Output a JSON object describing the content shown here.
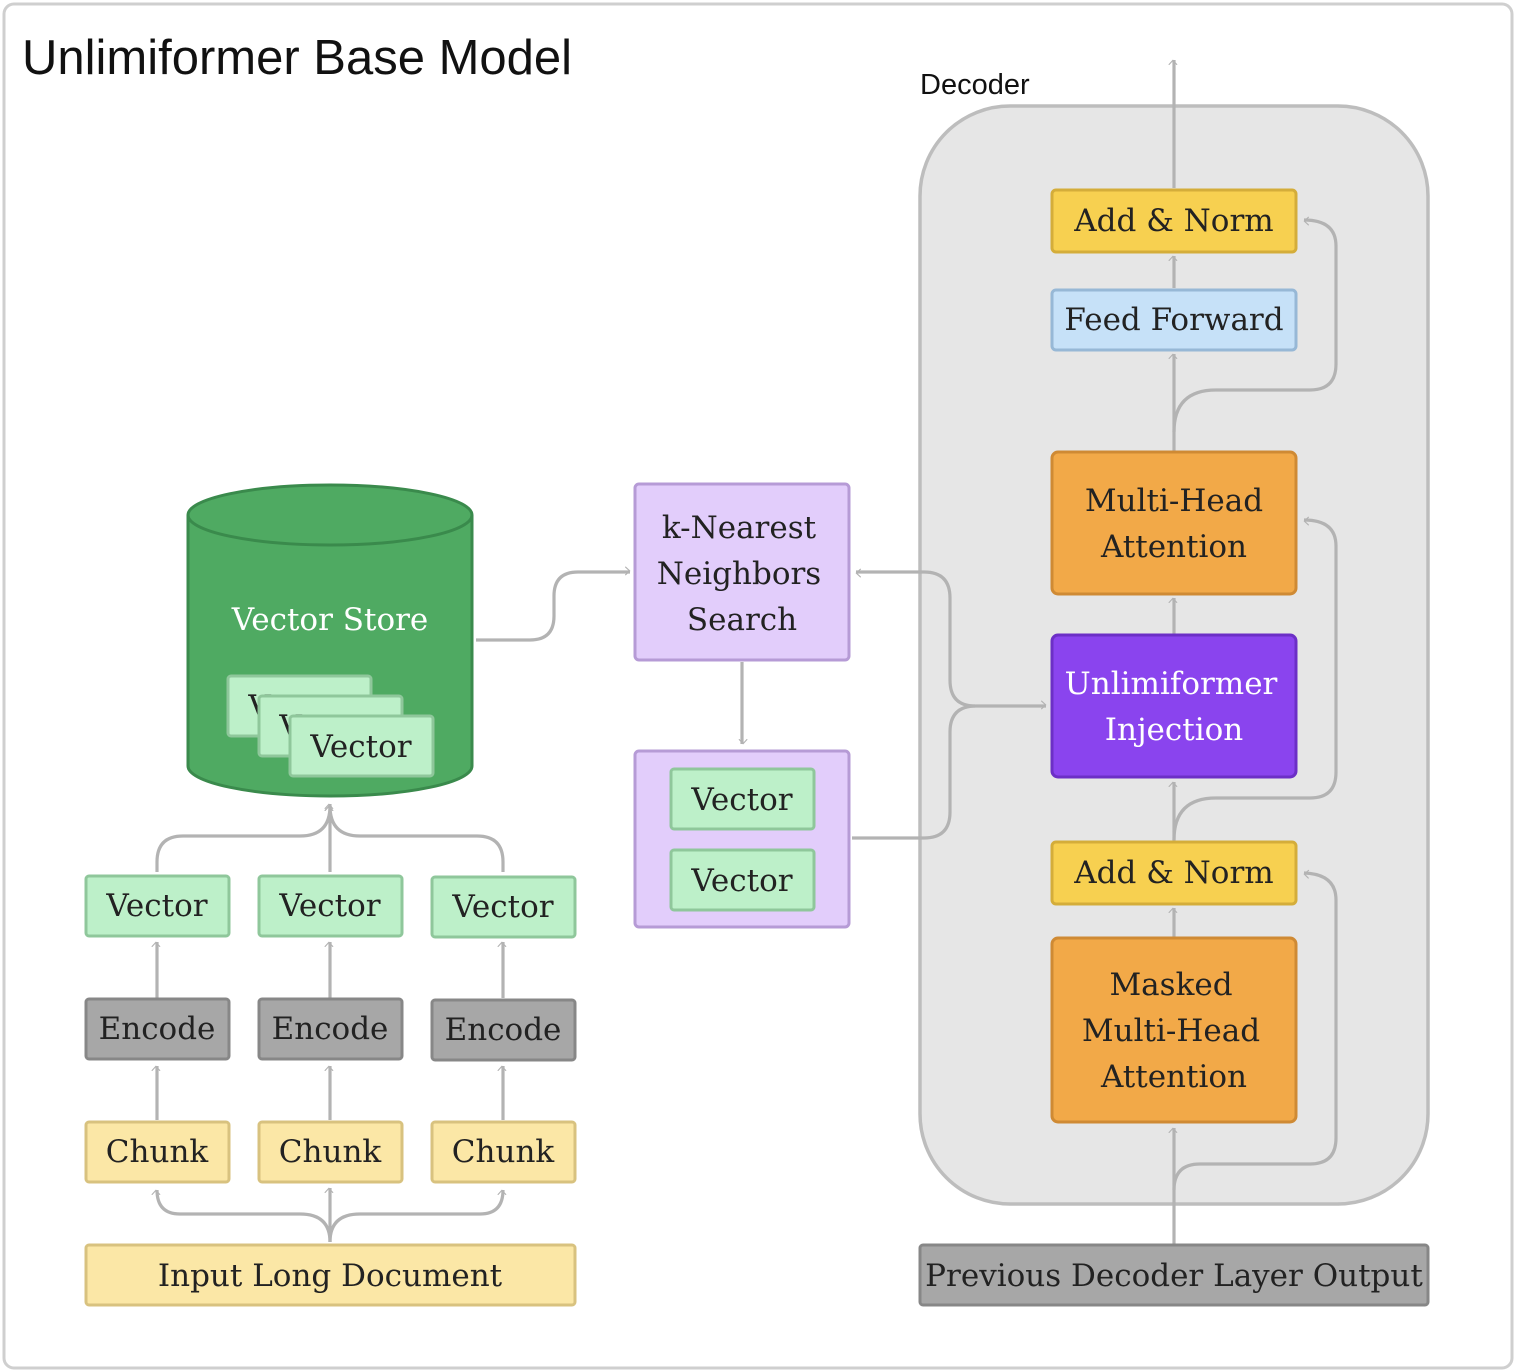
{
  "title": "Unlimiformer Base Model",
  "decoder": {
    "label": "Decoder",
    "add_norm_top": "Add & Norm",
    "feed_forward": "Feed Forward",
    "multi_head_attention": [
      "Multi-Head",
      "Attention"
    ],
    "unlimiformer_injection": [
      "Unlimiformer",
      "Injection"
    ],
    "add_norm_bottom": "Add & Norm",
    "masked_attention": [
      "Masked",
      "Multi-Head",
      "Attention"
    ]
  },
  "previous_layer_output": "Previous Decoder Layer Output",
  "vector_store": {
    "label": "Vector Store",
    "stack": [
      "Vector",
      "Vector",
      "Vector"
    ]
  },
  "knn": {
    "label": [
      "k-Nearest",
      "Neighbors",
      "Search"
    ],
    "results": [
      "Vector",
      "Vector"
    ]
  },
  "pipeline": {
    "vectors": [
      "Vector",
      "Vector",
      "Vector"
    ],
    "encodes": [
      "Encode",
      "Encode",
      "Encode"
    ],
    "chunks": [
      "Chunk",
      "Chunk",
      "Chunk"
    ]
  },
  "input_document": "Input Long Document",
  "colors": {
    "vector_fill": "#bdf0c9",
    "vector_stroke": "#8fc79b",
    "encode_fill": "#a7a7a7",
    "chunk_fill": "#fbe7a6",
    "knn_fill": "#e2cdfb",
    "knn_stroke": "#b69bd6",
    "injection_fill": "#8a44ee",
    "attention_fill": "#f2a948",
    "add_norm_fill": "#f7d050",
    "feed_forward_fill": "#c6e1f8",
    "store_fill": "#4faa62",
    "decoder_bg": "#e6e6e6"
  }
}
